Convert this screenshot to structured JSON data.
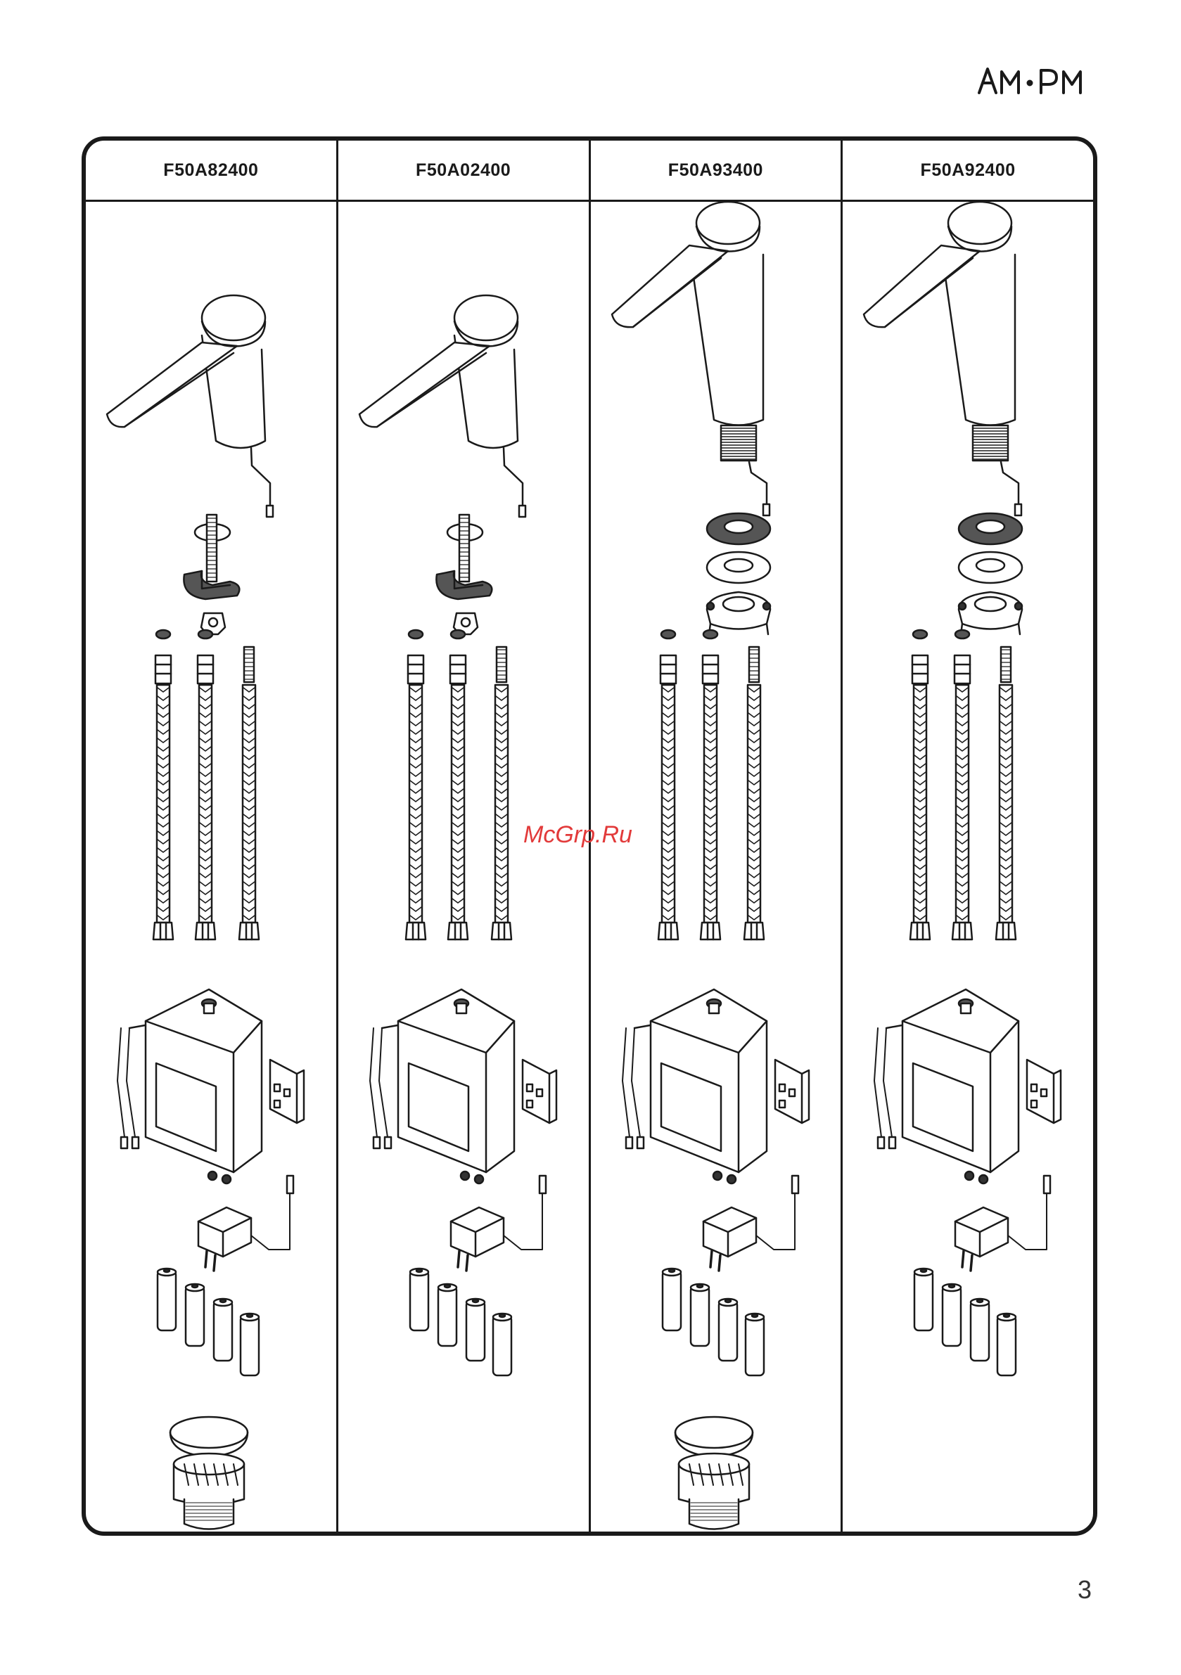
{
  "brand": {
    "logo_text": "AM·PM"
  },
  "columns": [
    {
      "model": "F50A82400",
      "faucet": "short",
      "drain": true
    },
    {
      "model": "F50A02400",
      "faucet": "short",
      "drain": false
    },
    {
      "model": "F50A93400",
      "faucet": "tall",
      "drain": true
    },
    {
      "model": "F50A92400",
      "faucet": "tall",
      "drain": false
    }
  ],
  "watermark": "McGrp.Ru",
  "page_number": "3"
}
